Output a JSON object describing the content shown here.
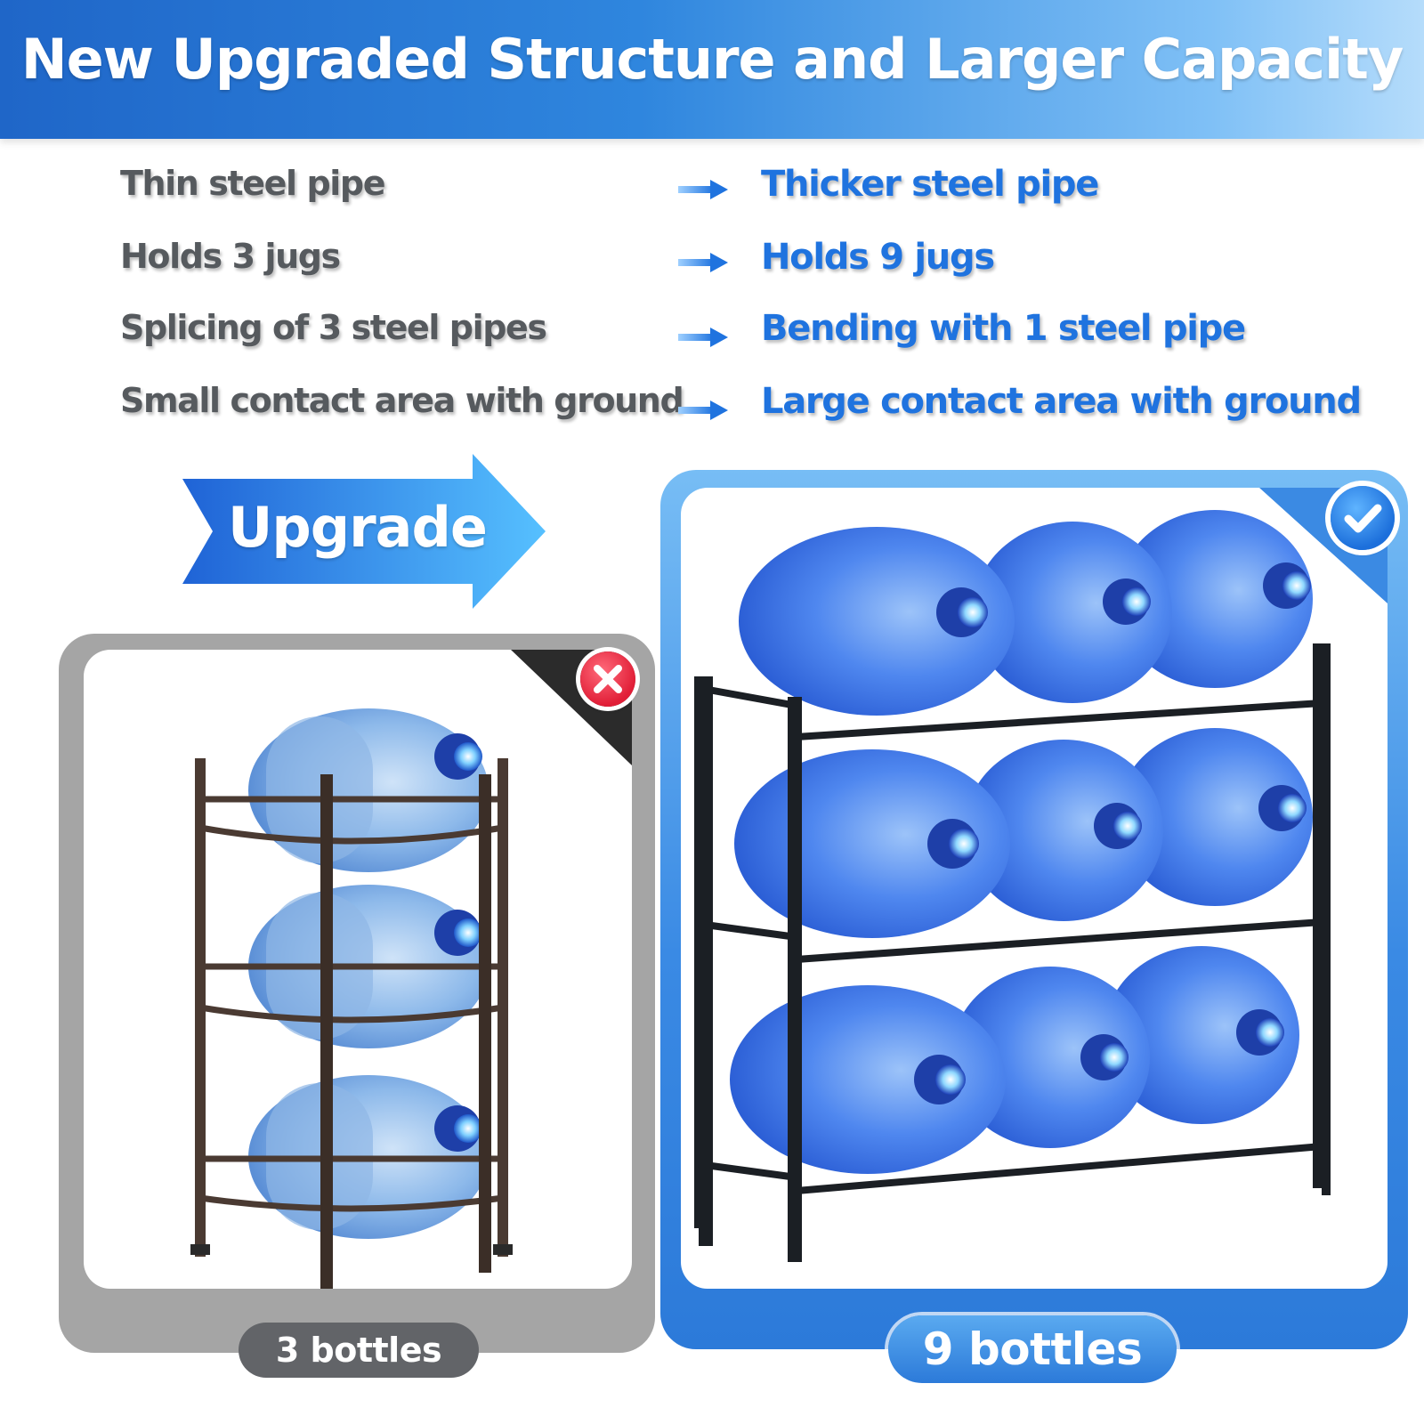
{
  "banner": {
    "title": "New Upgraded Structure and Larger Capacity"
  },
  "comparison": [
    {
      "old": "Thin steel pipe",
      "new": "Thicker steel pipe"
    },
    {
      "old": "Holds 3 jugs",
      "new": "Holds 9 jugs"
    },
    {
      "old": "Splicing of 3 steel pipes",
      "new": "Bending with 1 steel pipe"
    },
    {
      "old": "Small contact area with ground",
      "new": "Large contact area with ground"
    }
  ],
  "upgrade_label": "Upgrade",
  "old_product": {
    "caption": "3 bottles",
    "badge_icon": "x-icon"
  },
  "new_product": {
    "caption": "9 bottles",
    "badge_icon": "check-icon"
  },
  "colors": {
    "brand_blue": "#1f73df",
    "old_gray": "#565a5e",
    "jug_blue": "#3f7ff0",
    "jug_light": "#7fb2ec",
    "rack_brown": "#4a3a32",
    "rack_black": "#1b1f24",
    "reject_red": "#e11e37"
  }
}
